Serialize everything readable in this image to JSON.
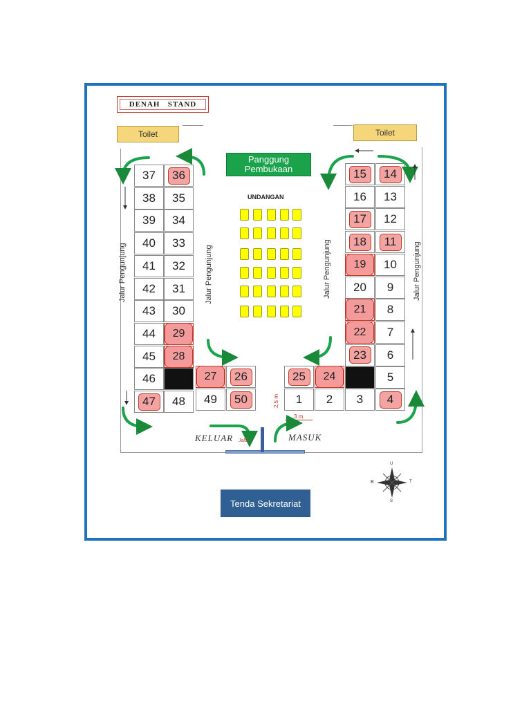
{
  "header": {
    "title": "DENAH   STAND"
  },
  "toilets": [
    "Toilet",
    "Toilet"
  ],
  "stage": {
    "line1": "Panggung",
    "line2": "Pembukaan"
  },
  "guests_label": "UNDANGAN",
  "visitor_paths": [
    "Jalur Pengunjung",
    "Jalur Pengunjung",
    "Jalur Pengunjung",
    "Jalur Pengunjung"
  ],
  "exit_label": "KELUAR",
  "exit_small": "Jalur",
  "entry_label": "MASUK",
  "dimension_labels": [
    "2,5 m",
    "3 m"
  ],
  "secretariat": "Tenda Sekretariat",
  "compass_labels": [
    "U",
    "B",
    "T",
    "S"
  ],
  "colors": {
    "frame": "#1e73be",
    "stage": "#1aa34a",
    "toilet": "#f5d67a",
    "secretariat": "#2f5f93",
    "highlight": "#f59a9a",
    "seat": "#ffff00"
  },
  "stands": {
    "left_a": [
      "37",
      "38",
      "39",
      "40",
      "41",
      "42",
      "43",
      "44",
      "45",
      "46",
      "47"
    ],
    "left_b": [
      "36",
      "35",
      "34",
      "33",
      "32",
      "31",
      "30",
      "29",
      "28",
      "",
      "48"
    ],
    "bottom_left_row1": [
      "27",
      "26"
    ],
    "bottom_left_row2": [
      "49",
      "50"
    ],
    "right_a": [
      "15",
      "16",
      "17",
      "18",
      "19",
      "20",
      "21",
      "22",
      "23",
      ""
    ],
    "right_b": [
      "14",
      "13",
      "12",
      "11",
      "10",
      "9",
      "8",
      "7",
      "6",
      "5"
    ],
    "bottom_right_row1": [
      "25",
      "24"
    ],
    "bottom_right_row2": [
      "1",
      "2",
      "3",
      "4"
    ]
  },
  "highlighted": [
    "36",
    "29",
    "28",
    "47",
    "27",
    "26",
    "50",
    "15",
    "14",
    "17",
    "18",
    "11",
    "19",
    "21",
    "22",
    "23",
    "25",
    "24",
    "4"
  ],
  "big_highlight": [
    "29",
    "28",
    "27",
    "19",
    "21",
    "22",
    "24"
  ]
}
